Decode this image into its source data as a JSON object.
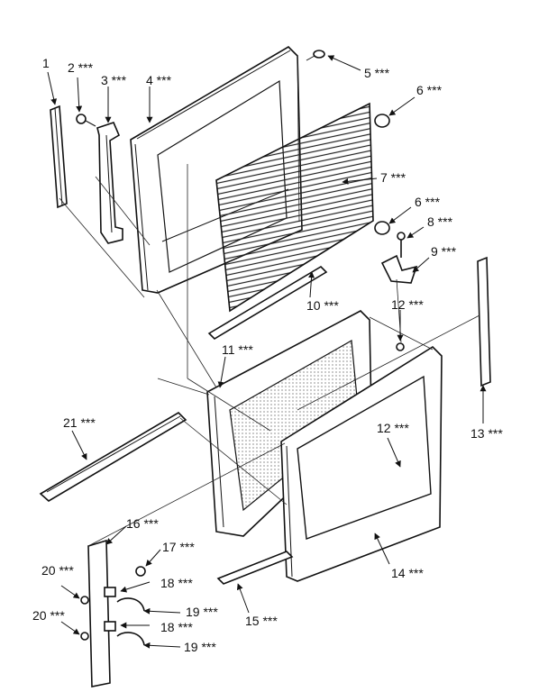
{
  "callouts": [
    {
      "id": "c1",
      "text": "1"
    },
    {
      "id": "c2",
      "text": "2 ***"
    },
    {
      "id": "c3",
      "text": "3 ***"
    },
    {
      "id": "c4",
      "text": "4 ***"
    },
    {
      "id": "c5",
      "text": "5 ***"
    },
    {
      "id": "c6a",
      "text": "6 ***"
    },
    {
      "id": "c7",
      "text": "7 ***"
    },
    {
      "id": "c6b",
      "text": "6 ***"
    },
    {
      "id": "c8",
      "text": "8 ***"
    },
    {
      "id": "c9",
      "text": "9 ***"
    },
    {
      "id": "c10",
      "text": "10 ***"
    },
    {
      "id": "c11",
      "text": "11 ***"
    },
    {
      "id": "c12a",
      "text": "12 ***"
    },
    {
      "id": "c12b",
      "text": "12 ***"
    },
    {
      "id": "c13",
      "text": "13 ***"
    },
    {
      "id": "c14",
      "text": "14 ***"
    },
    {
      "id": "c15",
      "text": "15 ***"
    },
    {
      "id": "c16",
      "text": "16 ***"
    },
    {
      "id": "c17",
      "text": "17 ***"
    },
    {
      "id": "c18a",
      "text": "18 ***"
    },
    {
      "id": "c18b",
      "text": "18 ***"
    },
    {
      "id": "c19a",
      "text": "19 ***"
    },
    {
      "id": "c19b",
      "text": "19 ***"
    },
    {
      "id": "c20a",
      "text": "20 ***"
    },
    {
      "id": "c20b",
      "text": "20 ***"
    },
    {
      "id": "c21",
      "text": "21 ***"
    }
  ]
}
